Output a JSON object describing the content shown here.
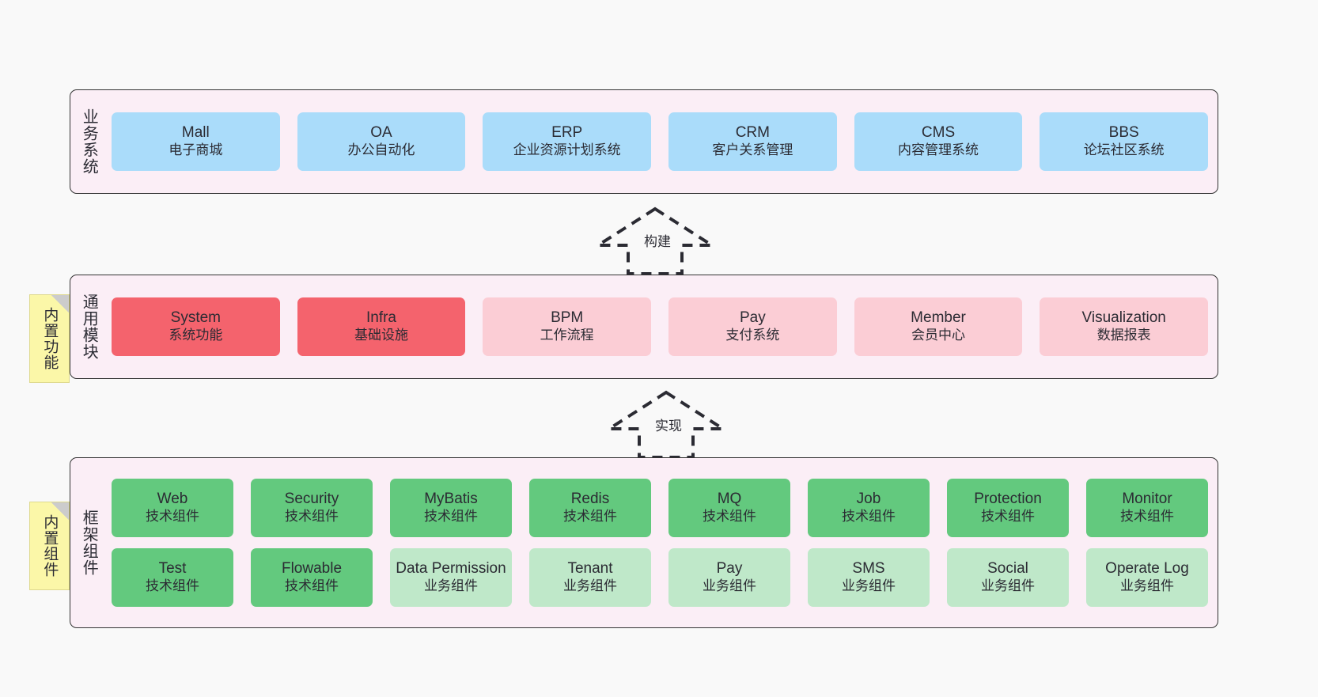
{
  "diagram": {
    "background_color": "#f9f9f9",
    "panel_color": "#fbeef6",
    "panel_border_color": "#333333",
    "note_color": "#fbf7a8"
  },
  "layers": [
    {
      "id": "business-systems",
      "title": "业务系统",
      "rows": [
        [
          {
            "en": "Mall",
            "cn": "电子商城",
            "color": "#aadcfa",
            "variant": "c-blue"
          },
          {
            "en": "OA",
            "cn": "办公自动化",
            "color": "#aadcfa",
            "variant": "c-blue"
          },
          {
            "en": "ERP",
            "cn": "企业资源计划系统",
            "color": "#aadcfa",
            "variant": "c-blue"
          },
          {
            "en": "CRM",
            "cn": "客户关系管理",
            "color": "#aadcfa",
            "variant": "c-blue"
          },
          {
            "en": "CMS",
            "cn": "内容管理系统",
            "color": "#aadcfa",
            "variant": "c-blue"
          },
          {
            "en": "BBS",
            "cn": "论坛社区系统",
            "color": "#aadcfa",
            "variant": "c-blue"
          }
        ]
      ]
    },
    {
      "id": "common-modules",
      "title": "通用模块",
      "note": "内置功能",
      "rows": [
        [
          {
            "en": "System",
            "cn": "系统功能",
            "color": "#f4636d",
            "variant": "c-red"
          },
          {
            "en": "Infra",
            "cn": "基础设施",
            "color": "#f4636d",
            "variant": "c-red"
          },
          {
            "en": "BPM",
            "cn": "工作流程",
            "color": "#fbcdd5",
            "variant": "c-pink"
          },
          {
            "en": "Pay",
            "cn": "支付系统",
            "color": "#fbcdd5",
            "variant": "c-pink"
          },
          {
            "en": "Member",
            "cn": "会员中心",
            "color": "#fbcdd5",
            "variant": "c-pink"
          },
          {
            "en": "Visualization",
            "cn": "数据报表",
            "color": "#fbcdd5",
            "variant": "c-pink"
          }
        ]
      ]
    },
    {
      "id": "framework-components",
      "title": "框架组件",
      "note": "内置组件",
      "rows": [
        [
          {
            "en": "Web",
            "cn": "技术组件",
            "color": "#63c97e",
            "variant": "c-green"
          },
          {
            "en": "Security",
            "cn": "技术组件",
            "color": "#63c97e",
            "variant": "c-green"
          },
          {
            "en": "MyBatis",
            "cn": "技术组件",
            "color": "#63c97e",
            "variant": "c-green"
          },
          {
            "en": "Redis",
            "cn": "技术组件",
            "color": "#63c97e",
            "variant": "c-green"
          },
          {
            "en": "MQ",
            "cn": "技术组件",
            "color": "#63c97e",
            "variant": "c-green"
          },
          {
            "en": "Job",
            "cn": "技术组件",
            "color": "#63c97e",
            "variant": "c-green"
          },
          {
            "en": "Protection",
            "cn": "技术组件",
            "color": "#63c97e",
            "variant": "c-green"
          },
          {
            "en": "Monitor",
            "cn": "技术组件",
            "color": "#63c97e",
            "variant": "c-green"
          }
        ],
        [
          {
            "en": "Test",
            "cn": "技术组件",
            "color": "#63c97e",
            "variant": "c-green"
          },
          {
            "en": "Flowable",
            "cn": "技术组件",
            "color": "#63c97e",
            "variant": "c-green"
          },
          {
            "en": "Data Permission",
            "cn": "业务组件",
            "color": "#bfe8c9",
            "variant": "c-lightgreen"
          },
          {
            "en": "Tenant",
            "cn": "业务组件",
            "color": "#bfe8c9",
            "variant": "c-lightgreen"
          },
          {
            "en": "Pay",
            "cn": "业务组件",
            "color": "#bfe8c9",
            "variant": "c-lightgreen"
          },
          {
            "en": "SMS",
            "cn": "业务组件",
            "color": "#bfe8c9",
            "variant": "c-lightgreen"
          },
          {
            "en": "Social",
            "cn": "业务组件",
            "color": "#bfe8c9",
            "variant": "c-lightgreen"
          },
          {
            "en": "Operate Log",
            "cn": "业务组件",
            "color": "#bfe8c9",
            "variant": "c-lightgreen"
          }
        ]
      ]
    }
  ],
  "arrows": [
    {
      "id": "build",
      "label": "构建"
    },
    {
      "id": "implement",
      "label": "实现"
    }
  ]
}
